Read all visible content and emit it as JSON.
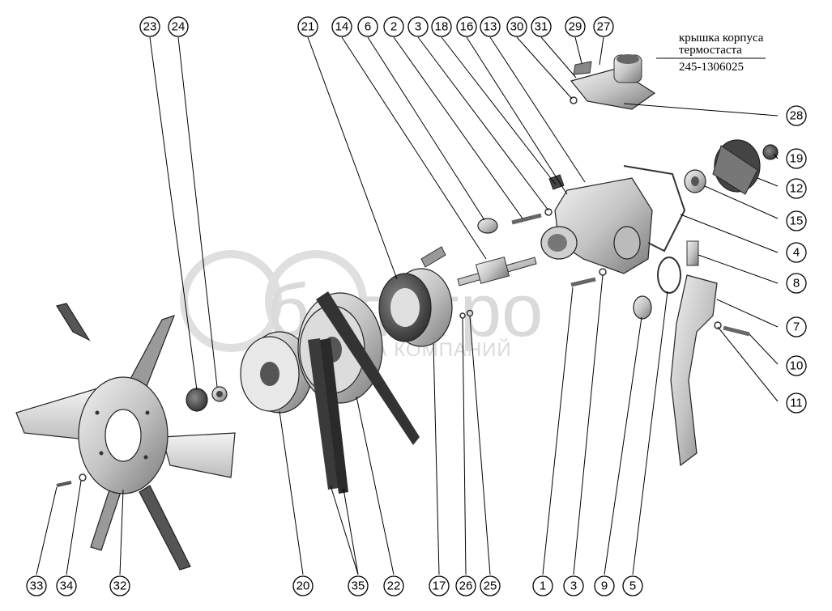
{
  "note": {
    "lines": [
      "крышка корпуса",
      "термостаста",
      "245-1306025"
    ]
  },
  "watermark": {
    "brand": "белагро",
    "subtitle": "ГРУППА КОМПАНИЙ"
  },
  "callouts": [
    "1",
    "2",
    "3",
    "3",
    "4",
    "5",
    "6",
    "7",
    "8",
    "9",
    "10",
    "11",
    "12",
    "13",
    "14",
    "15",
    "16",
    "17",
    "18",
    "19",
    "20",
    "21",
    "22",
    "23",
    "24",
    "25",
    "26",
    "27",
    "28",
    "29",
    "30",
    "31",
    "32",
    "33",
    "34",
    "35"
  ],
  "colors": {
    "line": "#000000",
    "part_light": "#e6e6e6",
    "part_mid": "#b8b8b8",
    "part_dark": "#555555",
    "watermark": "#d6d6d6"
  }
}
